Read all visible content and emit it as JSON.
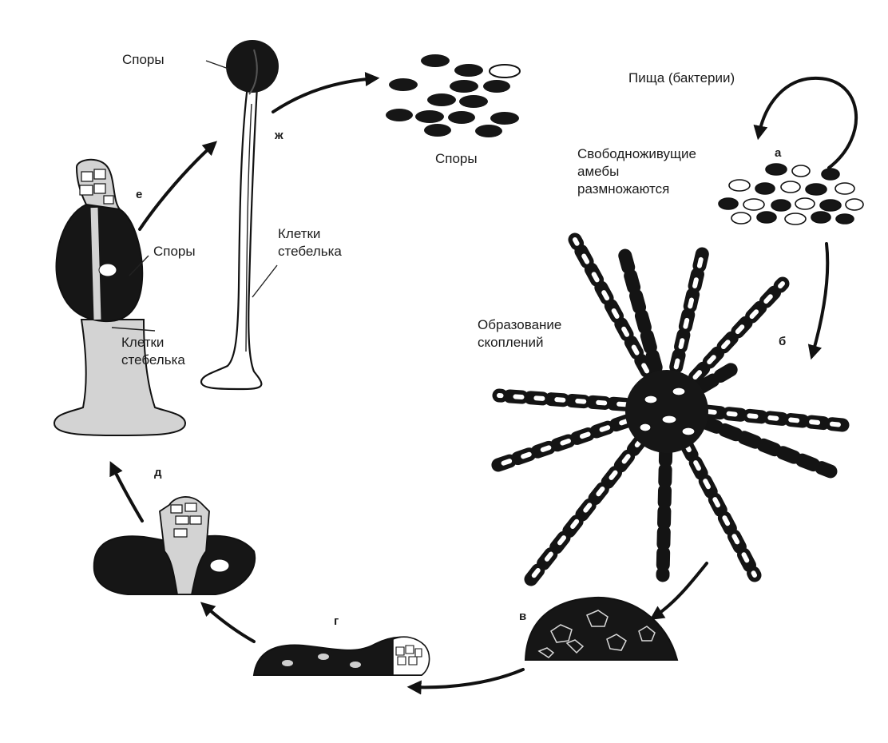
{
  "colors": {
    "ink": "#111111",
    "gray": "#d3d3d3",
    "paper": "#ffffff",
    "dark": "#161616"
  },
  "labels": {
    "spores_top": "Споры",
    "spores_group": "Споры",
    "spores_left": "Споры",
    "food": "Пища (бактерии)",
    "free_living_1": "Свободноживущие",
    "free_living_2": "амебы",
    "free_living_3": "размножаются",
    "aggregation_1": "Образование",
    "aggregation_2": "скоплений",
    "stalk_cells_right_1": "Клетки",
    "stalk_cells_right_2": "стебелька",
    "stalk_cells_left_1": "Клетки",
    "stalk_cells_left_2": "стебелька"
  },
  "stages": {
    "a": "а",
    "b": "б",
    "v": "в",
    "g": "г",
    "d": "д",
    "e": "е",
    "zh": "ж"
  }
}
